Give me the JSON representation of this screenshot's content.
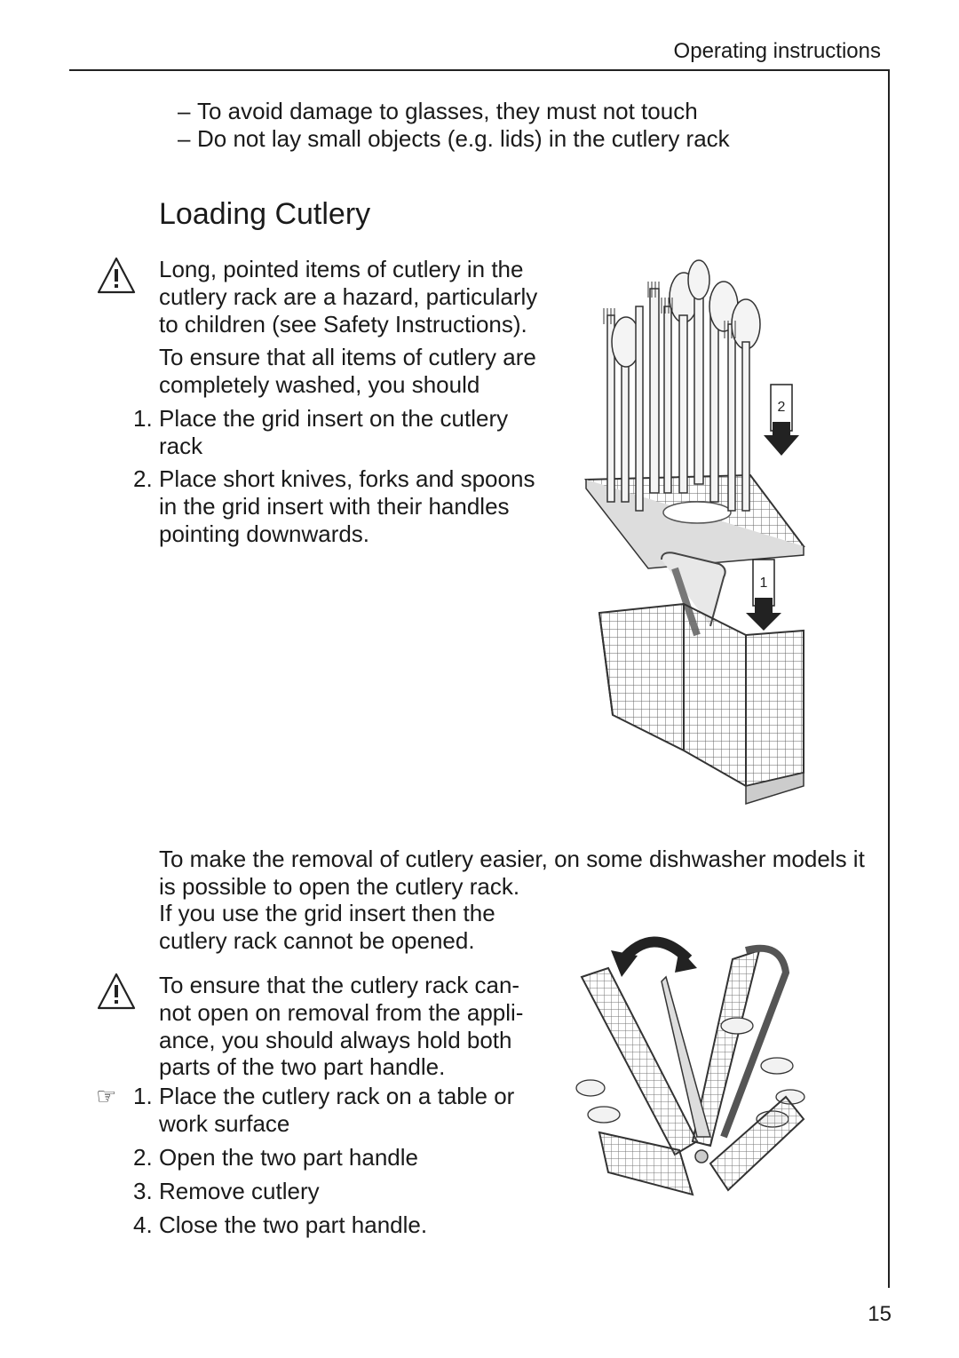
{
  "header": {
    "section": "Operating instructions"
  },
  "intro_bullets": [
    "To avoid damage to glasses, they must not touch",
    "Do not lay small objects (e.g. lids) in the cutlery rack"
  ],
  "bullet_mark": "–",
  "title": "Loading Cutlery",
  "warning1": {
    "lines": [
      "Long, pointed items of cutlery in the",
      "cutlery rack are a hazard, particularly",
      "to children (see Safety Instructions)."
    ]
  },
  "ensure": {
    "lines": [
      "To ensure that all items of cutlery are",
      "completely washed, you should"
    ]
  },
  "steps_a": [
    {
      "num": "1.",
      "lines": [
        "Place the grid insert on the cutlery",
        "rack"
      ]
    },
    {
      "num": "2.",
      "lines": [
        "Place short knives, forks and spoons",
        "in the grid insert with their handles",
        "pointing downwards."
      ]
    }
  ],
  "figure1": {
    "labels": [
      "2",
      "1"
    ]
  },
  "removal": {
    "lines": [
      "To make the removal of cutlery easier, on some dishwasher models it",
      "is possible to open the cutlery rack.",
      "If you use the grid insert then the",
      "cutlery rack cannot be opened."
    ]
  },
  "warning2": {
    "lines": [
      "To ensure that the cutlery rack can-",
      "not open on removal from the appli-",
      "ance, you should always hold both",
      "parts of the two part handle."
    ]
  },
  "steps_b": [
    {
      "num": "1.",
      "lines": [
        "Place the cutlery rack on a table or",
        "work surface"
      ]
    },
    {
      "num": "2.",
      "lines": [
        "Open the two part handle"
      ]
    },
    {
      "num": "3.",
      "lines": [
        "Remove cutlery"
      ]
    },
    {
      "num": "4.",
      "lines": [
        "Close the two part handle."
      ]
    }
  ],
  "icons": {
    "warning": "warning-triangle-icon",
    "pointer": "pointing-hand-icon",
    "pointer_glyph": "☞"
  },
  "page_number": "15"
}
